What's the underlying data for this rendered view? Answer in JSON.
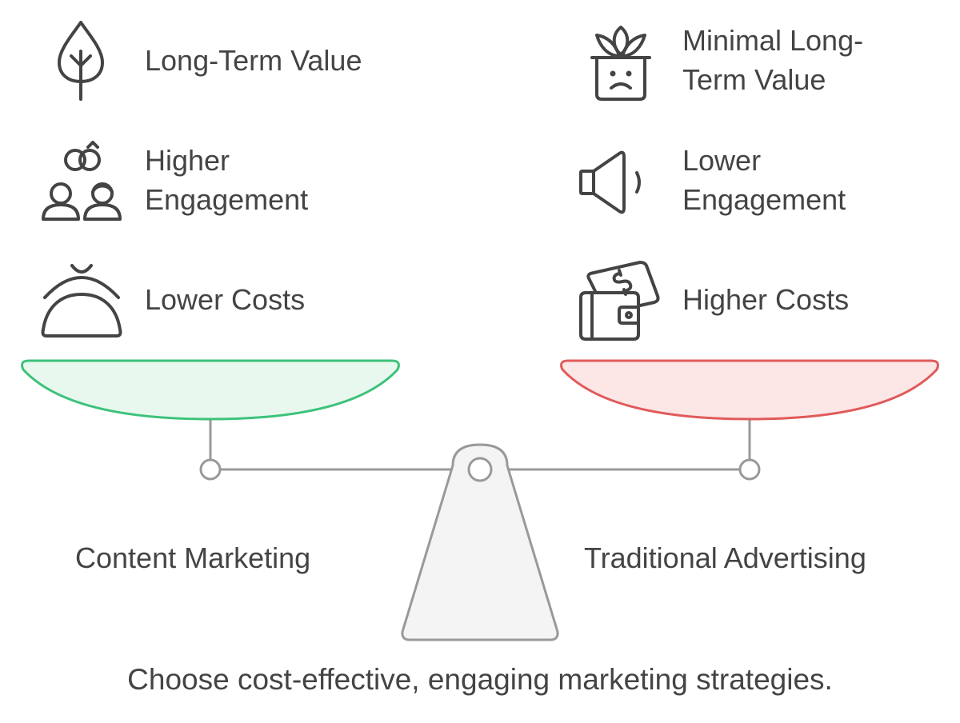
{
  "left_side": {
    "label": "Content Marketing",
    "accent_color": "#3cc27a",
    "pan_fill": "#e8f8ef",
    "items": [
      {
        "label": "Long-Term Value",
        "icon": "tree-icon"
      },
      {
        "label_line1": "Higher",
        "label_line2": "Engagement",
        "icon": "people-link-icon"
      },
      {
        "label": "Lower Costs",
        "icon": "coin-purse-icon"
      }
    ]
  },
  "right_side": {
    "label": "Traditional Advertising",
    "accent_color": "#e05a5a",
    "pan_fill": "#fde6e6",
    "items": [
      {
        "label_line1": "Minimal Long-",
        "label_line2": "Term Value",
        "icon": "wilted-plant-icon"
      },
      {
        "label_line1": "Lower",
        "label_line2": "Engagement",
        "icon": "speaker-low-icon"
      },
      {
        "label": "Higher Costs",
        "icon": "wallet-money-icon"
      }
    ]
  },
  "footer": "Choose cost-effective, engaging marketing strategies."
}
